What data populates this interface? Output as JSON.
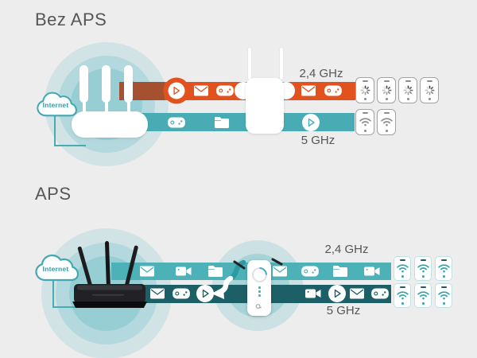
{
  "sections": {
    "no_aps": {
      "title": "Bez APS",
      "cloud_label": "Internet",
      "band_24ghz": {
        "label": "2,4 GHz",
        "color": "#e2521f",
        "icons_before_extender": [
          "play-circle-large",
          "envelope",
          "gamepad"
        ],
        "icons_after_extender": [
          "envelope",
          "gamepad"
        ],
        "devices": [
          {
            "icon": "loading"
          },
          {
            "icon": "loading"
          },
          {
            "icon": "loading"
          },
          {
            "icon": "loading"
          }
        ]
      },
      "band_5ghz": {
        "label": "5 GHz",
        "color": "#49acb4",
        "icons_before_extender": [
          "gamepad",
          "folder"
        ],
        "icons_after_extender": [
          "play-circle"
        ],
        "devices": [
          {
            "icon": "wifi"
          },
          {
            "icon": "wifi"
          }
        ]
      }
    },
    "aps": {
      "title": "APS",
      "cloud_label": "Internet",
      "band_24ghz": {
        "label": "2,4 GHz",
        "color": "#4db1b8",
        "icons_before_extender": [
          "envelope",
          "video-camera",
          "folder"
        ],
        "icons_after_extender": [
          "envelope",
          "gamepad",
          "folder",
          "video-camera"
        ],
        "devices": [
          {
            "icon": "wifi"
          },
          {
            "icon": "wifi"
          },
          {
            "icon": "wifi"
          }
        ]
      },
      "band_5ghz": {
        "label": "5 GHz",
        "color": "#1d5f66",
        "icons_before_extender": [
          "envelope",
          "gamepad",
          "play-circle"
        ],
        "icons_after_extender": [
          "video-camera",
          "play-circle",
          "envelope",
          "gamepad"
        ],
        "devices": [
          {
            "icon": "wifi"
          },
          {
            "icon": "wifi"
          },
          {
            "icon": "wifi"
          }
        ]
      }
    }
  }
}
